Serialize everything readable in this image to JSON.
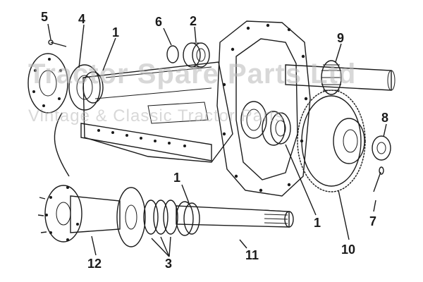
{
  "watermark": {
    "line1": "Tractor Spare Parts Ltd",
    "line2": "Vintage & Classic Tractor Parts"
  },
  "callouts": [
    {
      "id": "c5",
      "text": "5"
    },
    {
      "id": "c4",
      "text": "4"
    },
    {
      "id": "c1a",
      "text": "1"
    },
    {
      "id": "c6",
      "text": "6"
    },
    {
      "id": "c2",
      "text": "2"
    },
    {
      "id": "c9",
      "text": "9"
    },
    {
      "id": "c8",
      "text": "8"
    },
    {
      "id": "c7",
      "text": "7"
    },
    {
      "id": "c10",
      "text": "10"
    },
    {
      "id": "c1b",
      "text": "1"
    },
    {
      "id": "c1c",
      "text": "1"
    },
    {
      "id": "c12",
      "text": "12"
    },
    {
      "id": "c3",
      "text": "3"
    },
    {
      "id": "c11",
      "text": "11"
    }
  ]
}
